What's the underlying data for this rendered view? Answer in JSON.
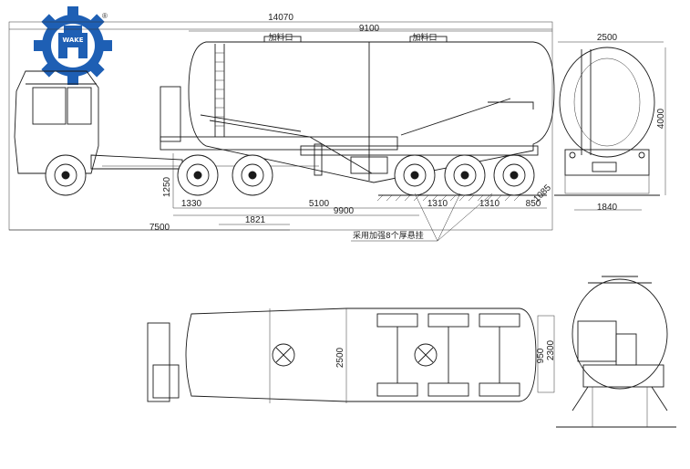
{
  "brand": {
    "logo_text": "WAKE",
    "registered_mark": "®",
    "logo_color": "#1e5fb4"
  },
  "side_view": {
    "overall_length": "14070",
    "tank_length": "9100",
    "inlet_left": "加料口",
    "inlet_right": "加料口",
    "height_left": "1250",
    "dim_1330": "1330",
    "dim_5100": "5100",
    "dim_1821": "1821",
    "dim_9900": "9900",
    "dim_7500": "7500",
    "axle_1310_a": "1310",
    "axle_1310_b": "1310",
    "rear_850": "850",
    "angle_label": "1085",
    "suspension_note": "采用加强8个厚悬挂"
  },
  "rear_view": {
    "width_top": "2500",
    "height": "4000",
    "track_width": "1840"
  },
  "top_view": {
    "width": "2500",
    "hitch_950": "950",
    "hitch_2300": "2300"
  }
}
